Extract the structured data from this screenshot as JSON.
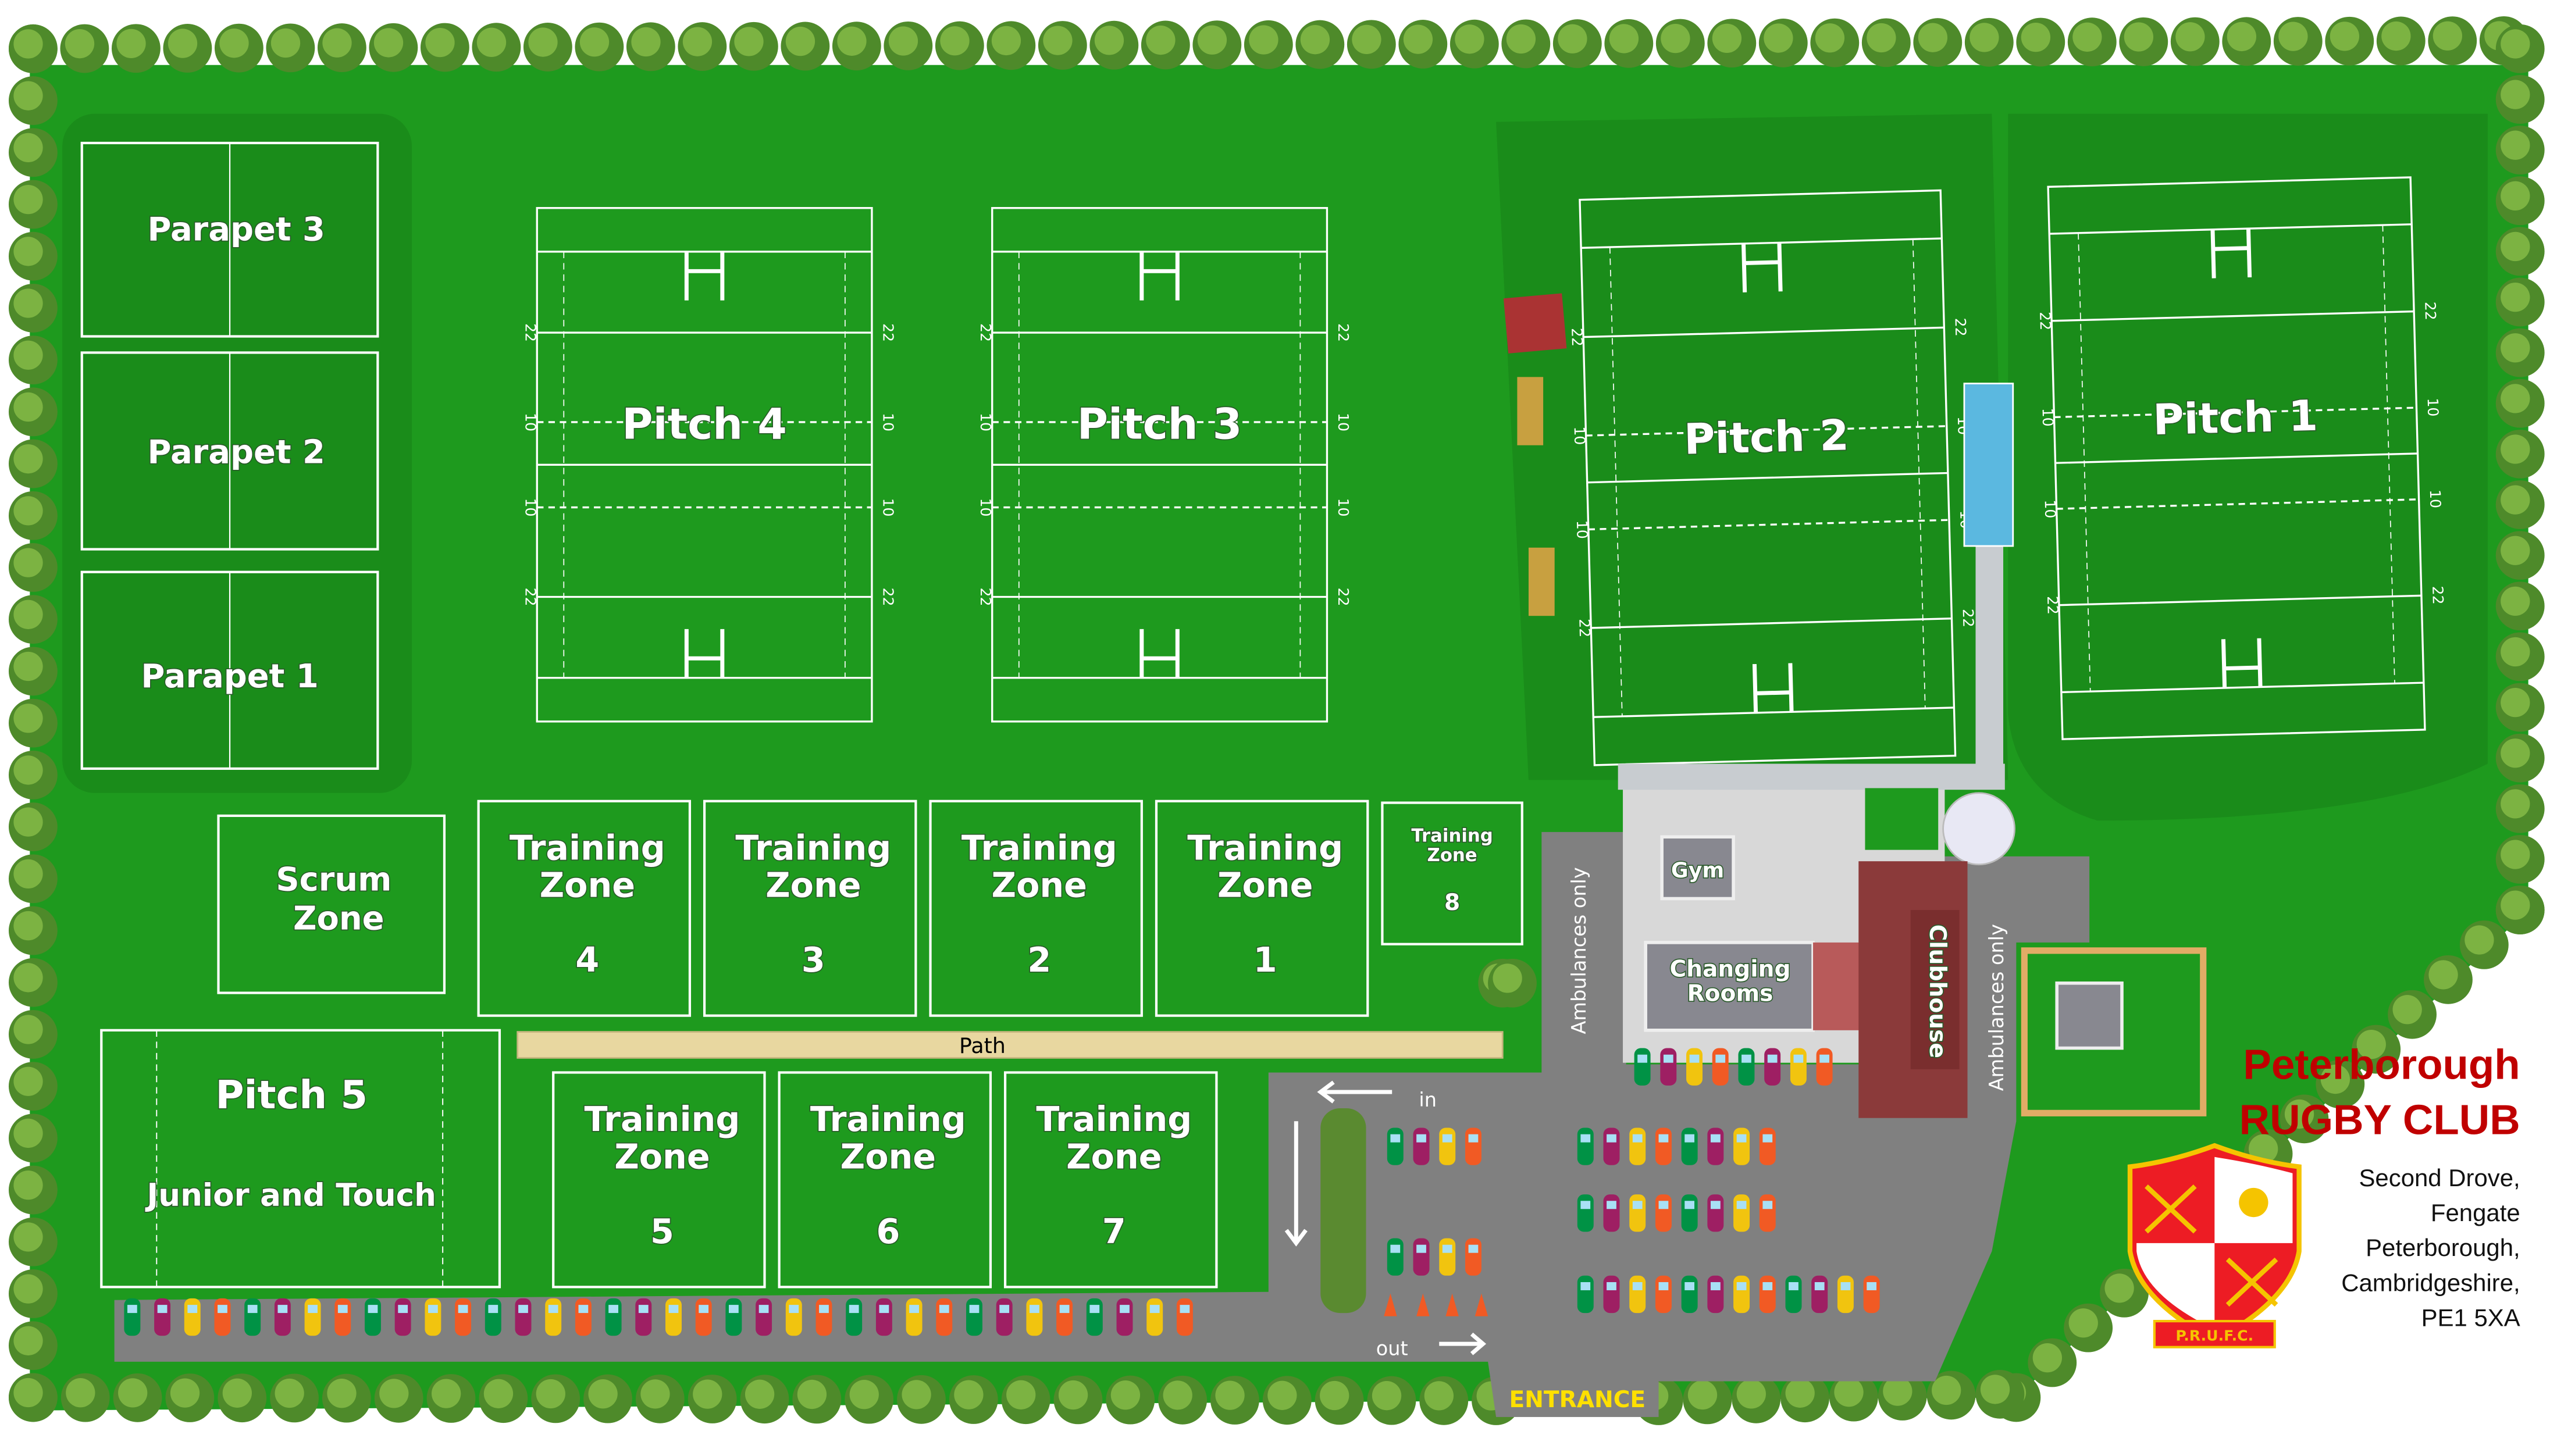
{
  "club": {
    "name_line1": "Peterborough",
    "name_line2": "RUGBY CLUB",
    "address": [
      "Second Drove,",
      "Fengate",
      "Peterborough,",
      "Cambridgeshire,",
      "PE1 5XA"
    ],
    "crest_text": "P.R.U.F.C.",
    "brand_color": "#c00000"
  },
  "pitches": {
    "pitch1": "Pitch 1",
    "pitch2": "Pitch 2",
    "pitch3": "Pitch 3",
    "pitch4": "Pitch 4",
    "pitch5": "Pitch 5",
    "pitch5_sub": "Junior and Touch",
    "line_22": "22",
    "line_10": "10"
  },
  "parapets": [
    "Parapet 3",
    "Parapet 2",
    "Parapet 1"
  ],
  "zones": {
    "scrum": [
      "Scrum",
      "Zone"
    ],
    "training_word": "Training",
    "zone_word": "Zone",
    "numbers": {
      "tz1": "1",
      "tz2": "2",
      "tz3": "3",
      "tz4": "4",
      "tz5": "5",
      "tz6": "6",
      "tz7": "7",
      "tz8": "8"
    }
  },
  "facilities": {
    "path": "Path",
    "gym": "Gym",
    "changing_rooms": [
      "Changing",
      "Rooms"
    ],
    "clubhouse": "Clubhouse",
    "ambulances": "Ambulances only",
    "in": "in",
    "out": "out",
    "entrance": "ENTRANCE"
  },
  "colors": {
    "grass": "#1e9a1e",
    "road": "#808080",
    "roof": "#8b3a3a",
    "entrance": "#ffe000"
  }
}
